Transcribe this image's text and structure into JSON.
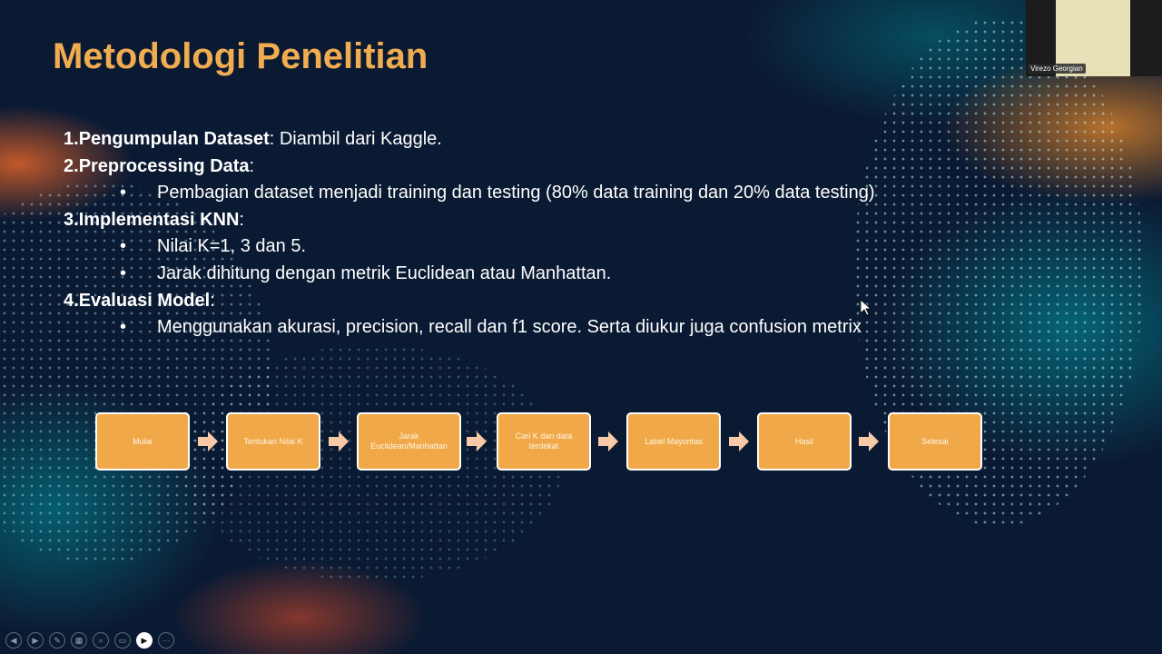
{
  "slide": {
    "title": "Metodologi Penelitian",
    "sections": [
      {
        "number": "1.",
        "heading": "Pengumpulan Dataset",
        "suffix": ": Diambil dari Kaggle.",
        "bullets": []
      },
      {
        "number": "2.",
        "heading": "Preprocessing Data",
        "suffix": ":",
        "bullets": [
          "Pembagian dataset menjadi training dan testing (80% data training dan 20% data testing)"
        ]
      },
      {
        "number": "3.",
        "heading": "Implementasi KNN",
        "suffix": ":",
        "bullets": [
          "Nilai K=1, 3 dan 5.",
          "Jarak dihitung dengan metrik Euclidean atau Manhattan."
        ]
      },
      {
        "number": "4.",
        "heading": "Evaluasi Model",
        "suffix": ":",
        "bullets": [
          "Menggunakan akurasi, precision, recall dan f1 score. Serta diukur juga confusion metrix"
        ]
      }
    ],
    "bullet_glyph": "•",
    "flowchart": {
      "steps": [
        {
          "label": "Mulai"
        },
        {
          "label": "Tentukan Nilai K"
        },
        {
          "label": "Jarak Euclidean/Manhattan"
        },
        {
          "label": "Cari K dari data terdekat"
        },
        {
          "label": "Label Mayoritas"
        },
        {
          "label": "Hasil"
        },
        {
          "label": "Selesai"
        }
      ],
      "box_color": "#f0a848",
      "arrow_color": "#f7c9a6"
    }
  },
  "webcam": {
    "participant_name": "Virezo Georgian"
  },
  "presenter_controls": {
    "buttons": [
      "previous-icon",
      "next-icon",
      "pen-icon",
      "slides-grid-icon",
      "zoom-icon",
      "subtitles-icon",
      "camera-icon",
      "more-icon"
    ],
    "glyphs": [
      "◀",
      "▶",
      "✎",
      "▦",
      "⌕",
      "▭",
      "▶",
      "⋯"
    ]
  },
  "colors": {
    "background": "#0b1a33",
    "title": "#f0ac50",
    "text": "#ffffff"
  }
}
